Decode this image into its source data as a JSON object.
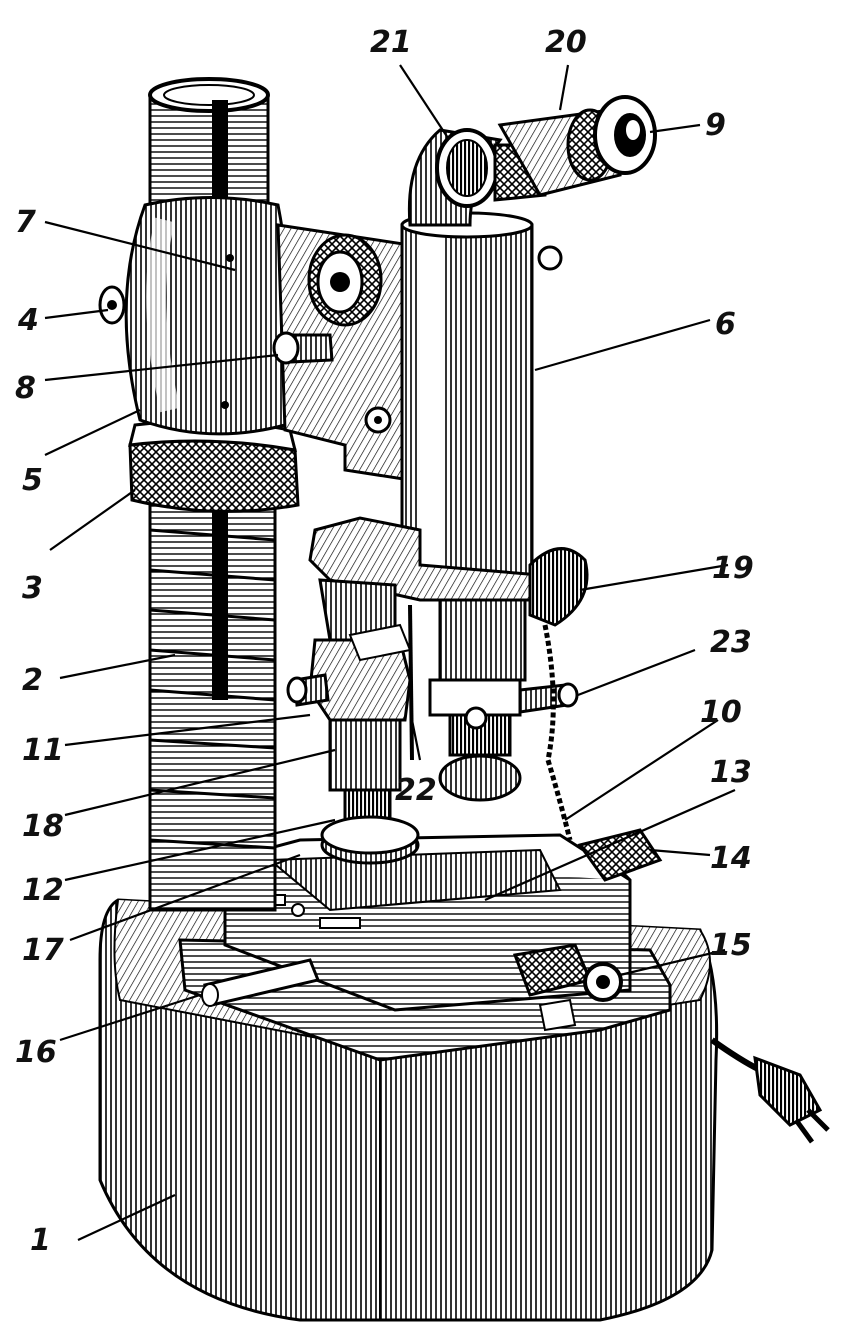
{
  "labels": {
    "l1": "1",
    "l2": "2",
    "l3": "3",
    "l4": "4",
    "l5": "5",
    "l6": "6",
    "l7": "7",
    "l8": "8",
    "l9": "9",
    "l10": "10",
    "l11": "11",
    "l12": "12",
    "l13": "13",
    "l14": "14",
    "l15": "15",
    "l16": "16",
    "l17": "17",
    "l18": "18",
    "l19": "19",
    "l20": "20",
    "l21": "21",
    "l22": "22",
    "l23": "23"
  }
}
